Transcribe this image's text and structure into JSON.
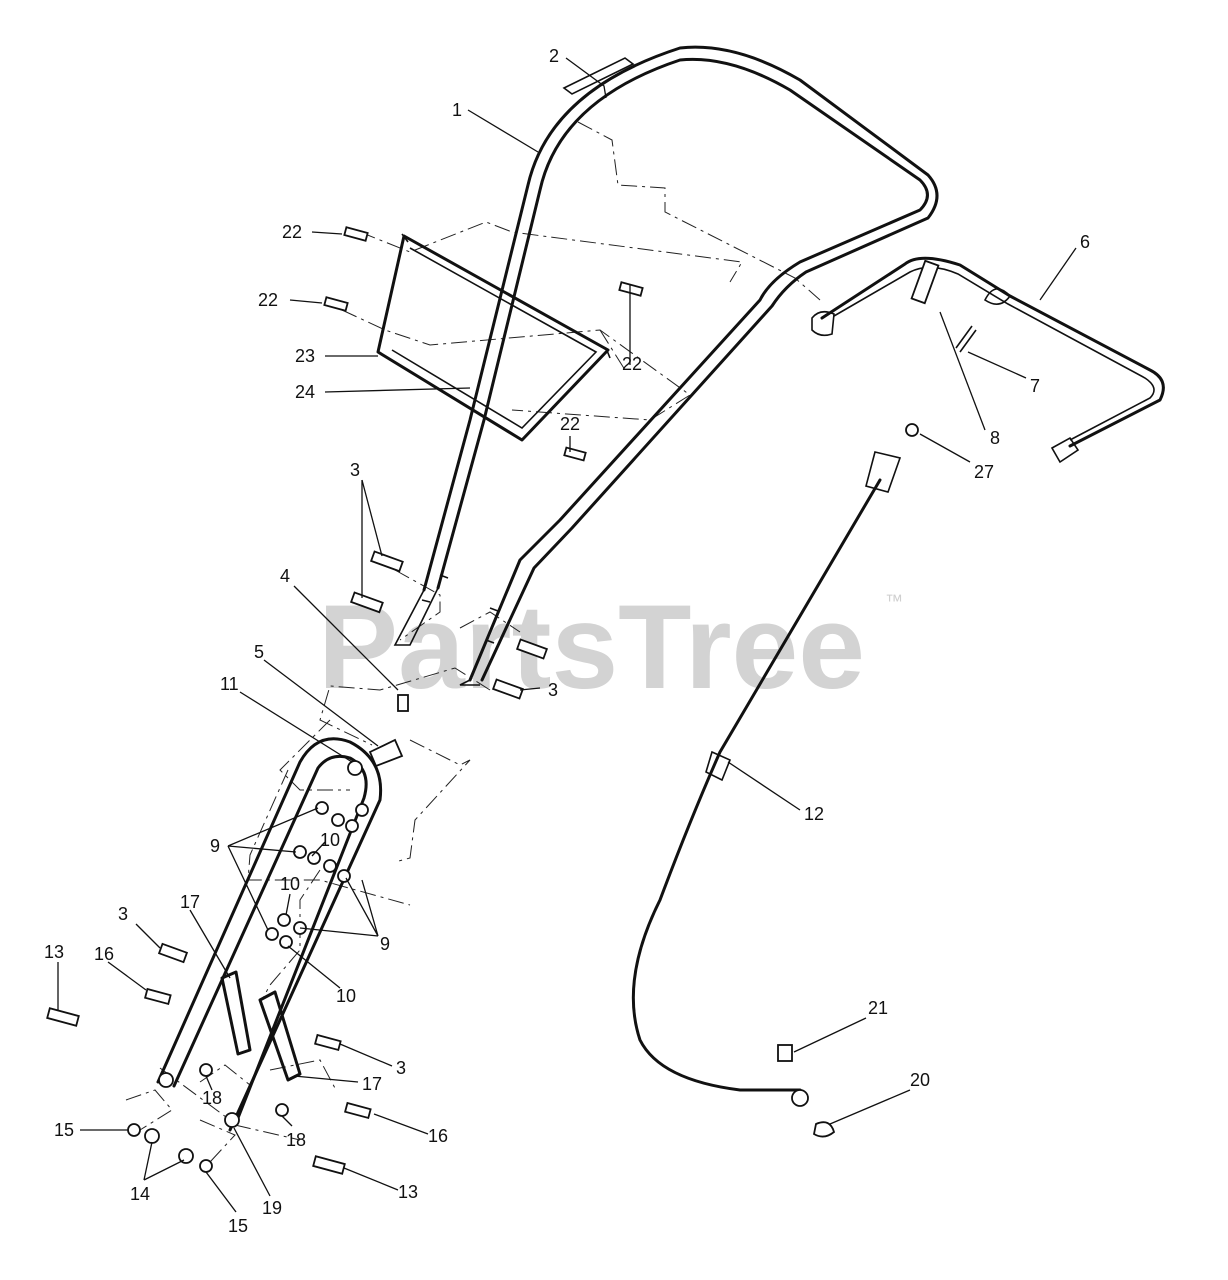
{
  "watermark": {
    "text": "PartsTree",
    "mark": "™"
  },
  "callouts": [
    {
      "id": "c2",
      "label": "2"
    },
    {
      "id": "c1",
      "label": "1"
    },
    {
      "id": "c6",
      "label": "6"
    },
    {
      "id": "c22a",
      "label": "22"
    },
    {
      "id": "c22b",
      "label": "22"
    },
    {
      "id": "c23",
      "label": "23"
    },
    {
      "id": "c24",
      "label": "24"
    },
    {
      "id": "c22c",
      "label": "22"
    },
    {
      "id": "c22d",
      "label": "22"
    },
    {
      "id": "c7",
      "label": "7"
    },
    {
      "id": "c8",
      "label": "8"
    },
    {
      "id": "c27",
      "label": "27"
    },
    {
      "id": "c3a",
      "label": "3"
    },
    {
      "id": "c4",
      "label": "4"
    },
    {
      "id": "c3b",
      "label": "3"
    },
    {
      "id": "c5",
      "label": "5"
    },
    {
      "id": "c11",
      "label": "11"
    },
    {
      "id": "c12",
      "label": "12"
    },
    {
      "id": "c9a",
      "label": "9"
    },
    {
      "id": "c10a",
      "label": "10"
    },
    {
      "id": "c10b",
      "label": "10"
    },
    {
      "id": "c9b",
      "label": "9"
    },
    {
      "id": "c10c",
      "label": "10"
    },
    {
      "id": "c3c",
      "label": "3"
    },
    {
      "id": "c17a",
      "label": "17"
    },
    {
      "id": "c13a",
      "label": "13"
    },
    {
      "id": "c16a",
      "label": "16"
    },
    {
      "id": "c3d",
      "label": "3"
    },
    {
      "id": "c17b",
      "label": "17"
    },
    {
      "id": "c21",
      "label": "21"
    },
    {
      "id": "c20",
      "label": "20"
    },
    {
      "id": "c18a",
      "label": "18"
    },
    {
      "id": "c15a",
      "label": "15"
    },
    {
      "id": "c18b",
      "label": "18"
    },
    {
      "id": "c16b",
      "label": "16"
    },
    {
      "id": "c14",
      "label": "14"
    },
    {
      "id": "c13b",
      "label": "13"
    },
    {
      "id": "c19",
      "label": "19"
    },
    {
      "id": "c15b",
      "label": "15"
    }
  ]
}
